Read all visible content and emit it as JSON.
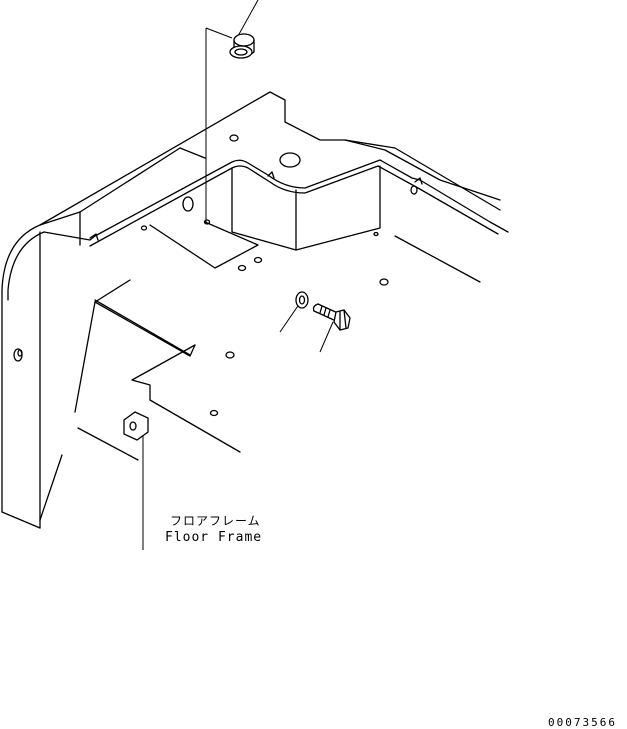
{
  "labels": {
    "part_name_jp": "フロアフレーム",
    "part_name_en": "Floor Frame"
  },
  "drawing_number": "00073566",
  "icons": {
    "cap": "plug-cap-icon",
    "washer": "washer-icon",
    "bolt": "bolt-icon",
    "bracket": "bracket-tab-icon"
  },
  "colors": {
    "line": "#000000",
    "background": "#ffffff"
  }
}
